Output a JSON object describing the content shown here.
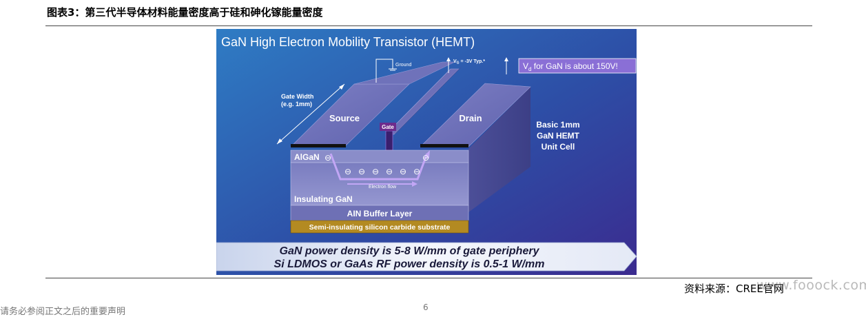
{
  "figure": {
    "title": "图表3：第三代半导体材料能量密度高于硅和砷化镓能量密度"
  },
  "slide": {
    "title": "GaN High Electron Mobility Transistor (HEMT)",
    "ground_label": "Ground",
    "vg_label_main": "V",
    "vg_label_sub": "G",
    "vg_label_rest": " = -3V Typ.*",
    "vd_note_main": "V",
    "vd_note_sub": "d",
    "vd_note_rest": " for GaN is about 150V!",
    "gate_width_line1": "Gate Width",
    "gate_width_line2": "(e.g. 1mm)",
    "source_label": "Source",
    "drain_label": "Drain",
    "gate_label": "Gate",
    "unit_cell_line1": "Basic 1mm",
    "unit_cell_line2": "GaN HEMT",
    "unit_cell_line3": "Unit Cell",
    "layer_algan": "AlGaN",
    "electron_flow": "Electron flow",
    "layer_insulating_gan": "Insulating GaN",
    "layer_buffer": "AIN Buffer Layer",
    "layer_substrate": "Semi-insulating silicon carbide substrate",
    "electron_symbol": "⊖",
    "banner_line1": "GaN power density is 5-8 W/mm of gate periphery",
    "banner_line2": "Si LDMOS or GaAs RF power density is 0.5-1 W/mm"
  },
  "source": {
    "text": "资料来源：CREE官网"
  },
  "watermark": {
    "text": "www.fooock.com"
  },
  "footer": {
    "text": "请务必参阅正文之后的重要声明",
    "page": "6"
  },
  "colors": {
    "slide_bg_left": "#2a6fb5",
    "slide_bg_right": "#3a2a8c",
    "substrate": "#b38a22",
    "vd_box": "#8a6fd6",
    "electron_arrow": "#b89cf0",
    "banner_bg": "#eef2fa"
  }
}
